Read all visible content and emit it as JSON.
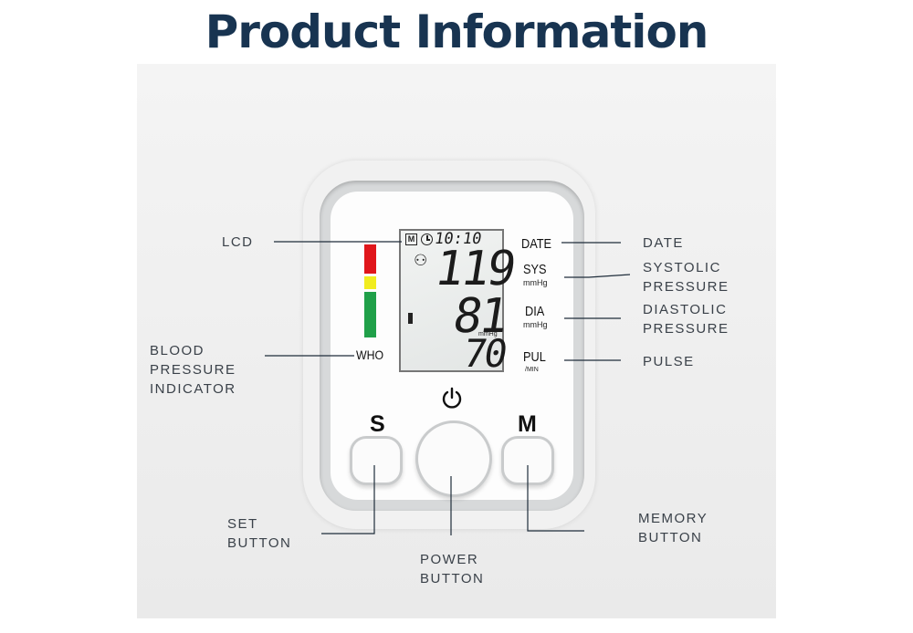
{
  "title": "Product Information",
  "lcd": {
    "memory_indicator": "M",
    "time": "10:10",
    "systolic": "119",
    "diastolic": "81",
    "pulse": "70",
    "unit": "mmHg"
  },
  "device_labels": {
    "date": "DATE",
    "sys": "SYS",
    "sys_unit": "mmHg",
    "dia": "DIA",
    "dia_unit": "mmHg",
    "pul": "PUL",
    "pul_unit": "/MIN",
    "who": "WHO",
    "set_button": "S",
    "memory_button": "M"
  },
  "callouts": {
    "lcd": "LCD",
    "blood_pressure_indicator": [
      "BLOOD",
      "PRESSURE",
      "INDICATOR"
    ],
    "date": "DATE",
    "systolic_pressure": [
      "SYSTOLIC",
      "PRESSURE"
    ],
    "diastolic_pressure": [
      "DIASTOLIC",
      "PRESSURE"
    ],
    "pulse": "PULSE",
    "set_button": [
      "SET",
      "BUTTON"
    ],
    "power_button": [
      "POWER",
      "BUTTON"
    ],
    "memory_button": [
      "MEMORY",
      "BUTTON"
    ]
  },
  "colors": {
    "title": "#183451",
    "indicator_red": "#e0161b",
    "indicator_yellow": "#f1ec1f",
    "indicator_green": "#20a049",
    "callout_text": "#3a4149"
  }
}
